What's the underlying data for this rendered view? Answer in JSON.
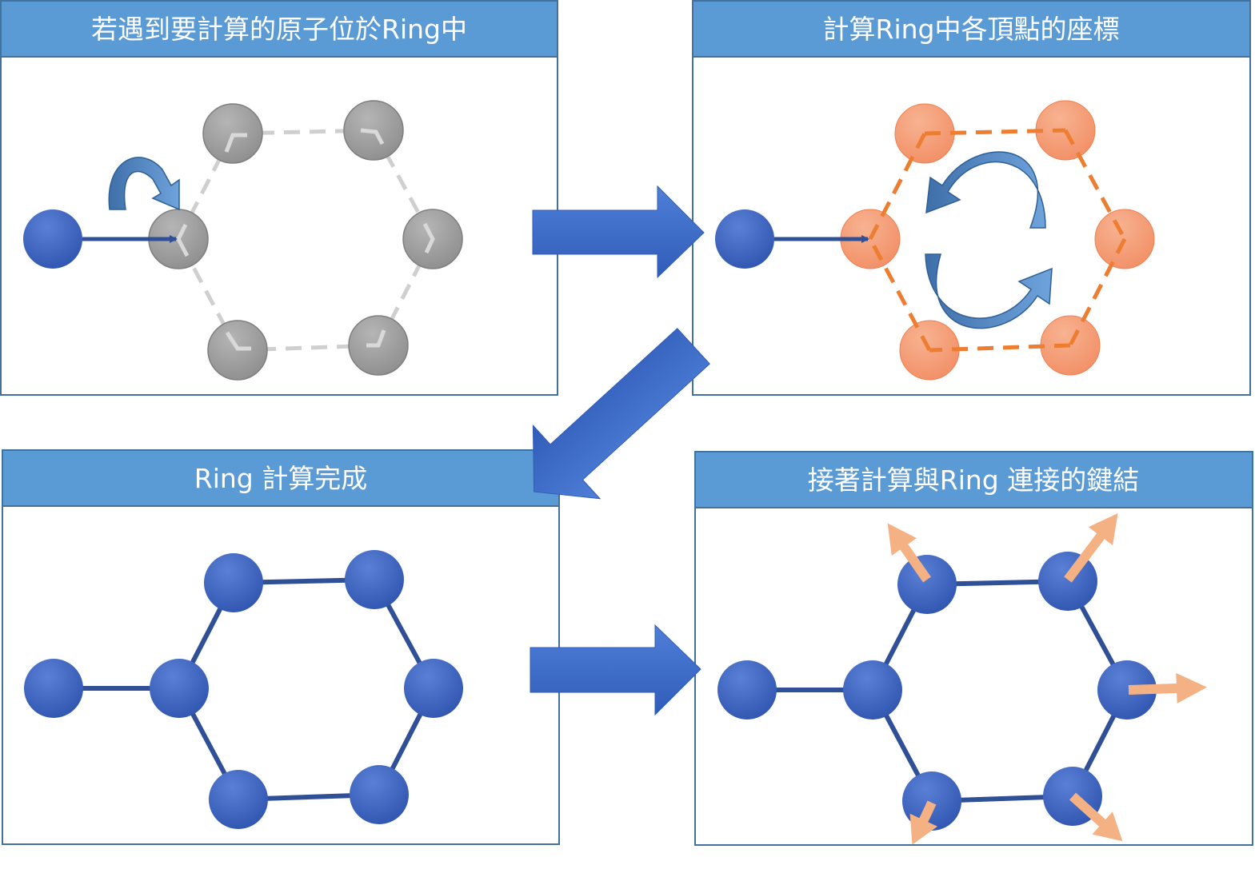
{
  "panels": [
    {
      "title": "若遇到要計算的原子位於Ring中"
    },
    {
      "title": "計算Ring中各頂點的座標"
    },
    {
      "title": "Ring 計算完成"
    },
    {
      "title": "接著計算與Ring 連接的鍵結"
    }
  ],
  "colors": {
    "header_fill": "#5b9bd5",
    "panel_border": "#41719c",
    "atom_blue": "#3f67c4",
    "atom_blue_dark": "#2f55b0",
    "bond_blue": "#2f4f96",
    "atom_grey": "#a5a5a5",
    "atom_orange": "#f4a27b",
    "dash_grey": "#cfcfcf",
    "dash_orange": "#ed7d31",
    "bond_arrow_orange": "#f4b183",
    "flow_arrow": "#4472c4"
  },
  "icons": {
    "flow_arrows": [
      "arrow-right-icon",
      "arrow-down-left-icon",
      "arrow-right-icon"
    ],
    "step_one_marker": "curved-arrow-icon",
    "step_two_marker": "cycle-arrows-icon",
    "step_four_marker": "outgoing-bond-arrow-icon"
  }
}
